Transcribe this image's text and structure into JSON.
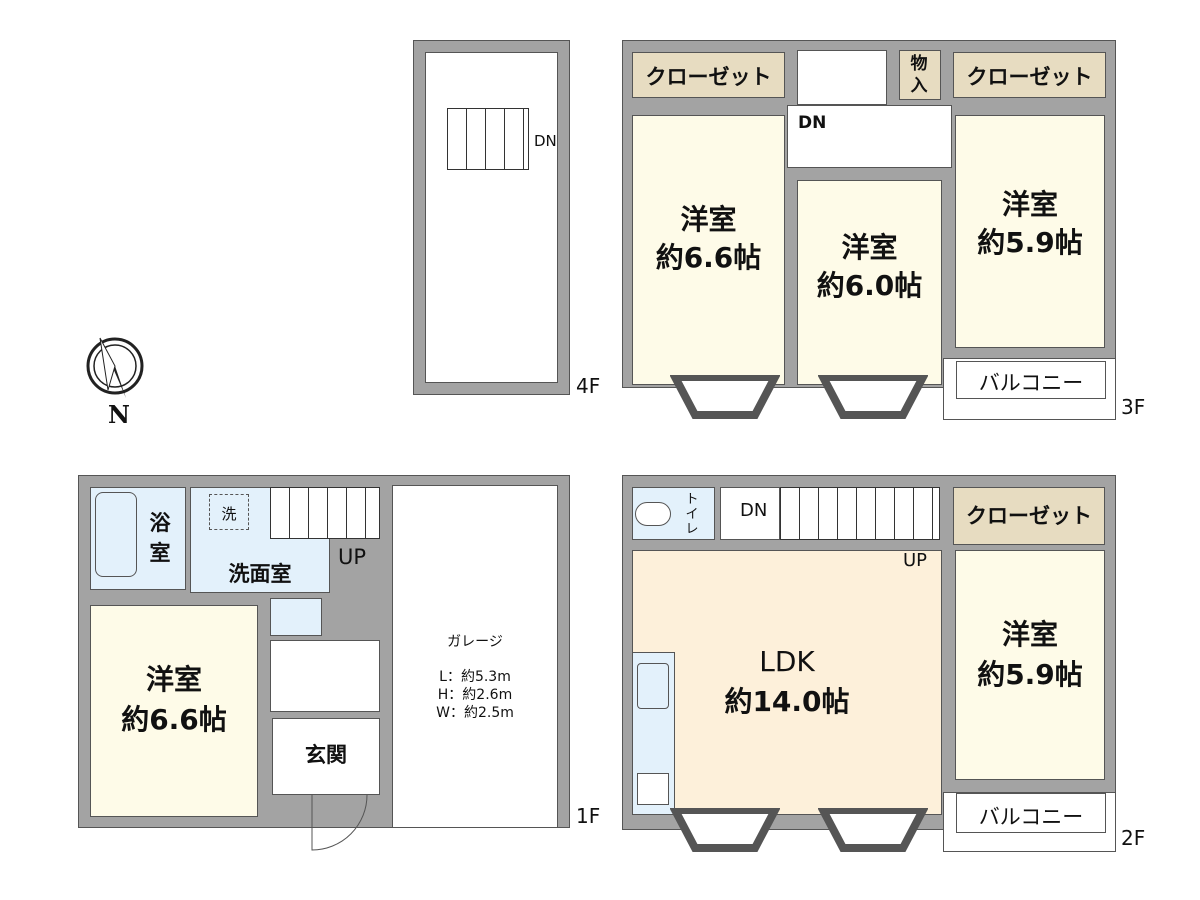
{
  "floors": {
    "f4": {
      "label": "4F",
      "stair_label": "DN"
    },
    "f3": {
      "label": "3F",
      "closet_left": "クローゼット",
      "closet_right": "クローゼット",
      "storage": "物入",
      "stair_label": "DN",
      "room1": {
        "name": "洋室",
        "size": "約6.6帖"
      },
      "room2": {
        "name": "洋室",
        "size": "約6.0帖"
      },
      "room3": {
        "name": "洋室",
        "size": "約5.9帖"
      },
      "balcony": "バルコニー"
    },
    "f2": {
      "label": "2F",
      "toilet": "トイレ",
      "stair_dn": "DN",
      "stair_up": "UP",
      "closet": "クローゼット",
      "ldk": {
        "name": "LDK",
        "size": "約14.0帖"
      },
      "room": {
        "name": "洋室",
        "size": "約5.9帖"
      },
      "balcony": "バルコニー"
    },
    "f1": {
      "label": "1F",
      "bath": "浴室",
      "washer": "洗",
      "washroom": "洗面室",
      "stair_up": "UP",
      "room": {
        "name": "洋室",
        "size": "約6.6帖"
      },
      "entrance": "玄関",
      "garage": {
        "name": "ガレージ",
        "length": "L：約5.3m",
        "height": "H：約2.6m",
        "width": "W：約2.5m"
      }
    }
  },
  "compass": {
    "label": "N"
  },
  "colors": {
    "wall": "#a3a3a3",
    "bedroom": "#fefbe8",
    "wet_area": "#e3f1fb",
    "closet": "#e7dcc1",
    "ldk": "#fdf0da"
  }
}
